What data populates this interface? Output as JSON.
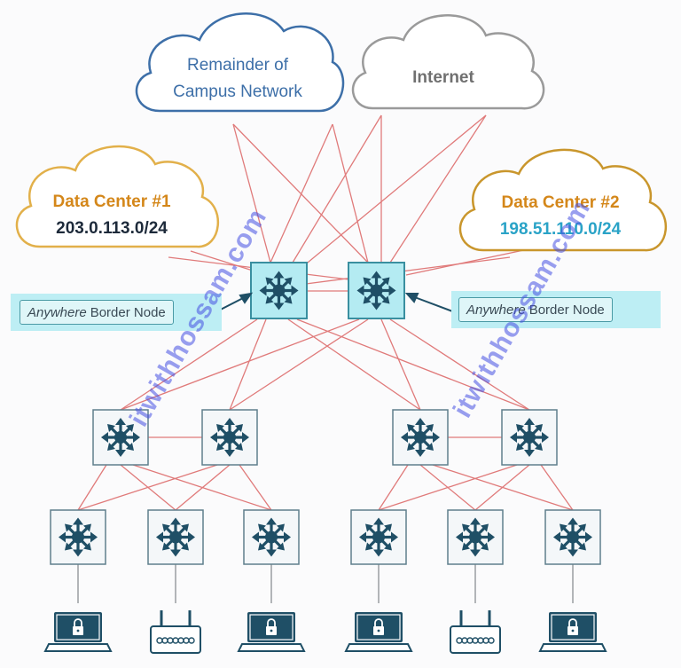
{
  "clouds": {
    "campus": {
      "line1": "Remainder of",
      "line2": "Campus Network",
      "color": "#3d6fa8"
    },
    "internet": {
      "label": "Internet",
      "color": "#9a9a9a"
    },
    "dc1": {
      "title": "Data Center #1",
      "subnet": "203.0.113.0/24",
      "color": "#e2b04a",
      "title_color": "#d4871a",
      "subnet_color": "#1d2a3a"
    },
    "dc2": {
      "title": "Data Center #2",
      "subnet": "198.51.110.0/24",
      "color": "#c9962c",
      "title_color": "#d4871a",
      "subnet_color": "#2aa3c7"
    }
  },
  "callouts": {
    "left": {
      "emphasis": "Anywhere",
      "text": "Border Node"
    },
    "right": {
      "emphasis": "Anywhere",
      "text": "Border Node"
    }
  },
  "watermark": "itwithhossam.com",
  "colors": {
    "link": "#e07a7a",
    "node_border": "#5f7f8c",
    "node_fill": "#f4f7f9",
    "border_node_fill": "#b4ebf2",
    "border_node_stroke": "#3a8fa0",
    "icon": "#1f4f66"
  },
  "nodes": {
    "border": [
      "switch-icon",
      "switch-icon"
    ],
    "distribution": [
      "switch-icon",
      "switch-icon",
      "switch-icon",
      "switch-icon"
    ],
    "access": [
      "switch-icon",
      "switch-icon",
      "switch-icon",
      "switch-icon",
      "switch-icon",
      "switch-icon"
    ],
    "endpoints": [
      "laptop-lock-icon",
      "access-point-icon",
      "laptop-lock-icon",
      "laptop-lock-icon",
      "access-point-icon",
      "laptop-lock-icon"
    ]
  }
}
